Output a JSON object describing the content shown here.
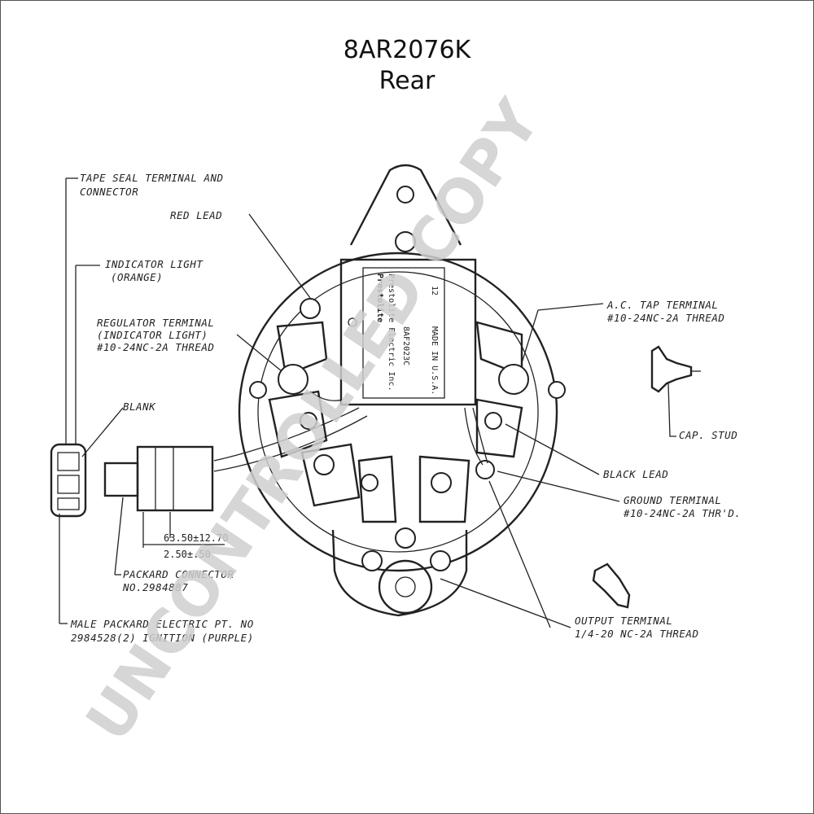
{
  "title": {
    "part_number": "8AR2076K",
    "view": "Rear"
  },
  "watermark": "UNCONTROLLED COPY",
  "labels": {
    "tape_seal": [
      "TAPE SEAL TERMINAL AND",
      "CONNECTOR"
    ],
    "indicator_light": [
      "INDICATOR LIGHT",
      "(ORANGE)"
    ],
    "red_lead": "RED LEAD",
    "regulator_terminal": [
      "REGULATOR TERMINAL",
      "(INDICATOR LIGHT)",
      "#10-24NC-2A THREAD"
    ],
    "blank": "BLANK",
    "ac_tap_terminal": [
      "A.C. TAP TERMINAL",
      "#10-24NC-2A THREAD"
    ],
    "cap_stud": "CAP. STUD",
    "black_lead": "BLACK LEAD",
    "ground_terminal": [
      "GROUND TERMINAL",
      "#10-24NC-2A THR'D."
    ],
    "packard_connector": [
      "PACKARD CONNECTOR",
      "NO.2984887"
    ],
    "male_packard": [
      "MALE PACKARD ELECTRIC PT. NO",
      "2984528(2) IGNITION (PURPLE)"
    ],
    "output_terminal": [
      "OUTPUT TERMINAL",
      "1/4-20 NC-2A THREAD"
    ],
    "dimension_mm": "63.50±12.70",
    "dimension_in": "2.50±.50"
  },
  "nameplate": {
    "brand": "Prestolite",
    "sub": "Prestolite Electric Inc.",
    "model": "8AF2023C",
    "origin": "MADE IN U.S.A.",
    "volts": "12"
  }
}
